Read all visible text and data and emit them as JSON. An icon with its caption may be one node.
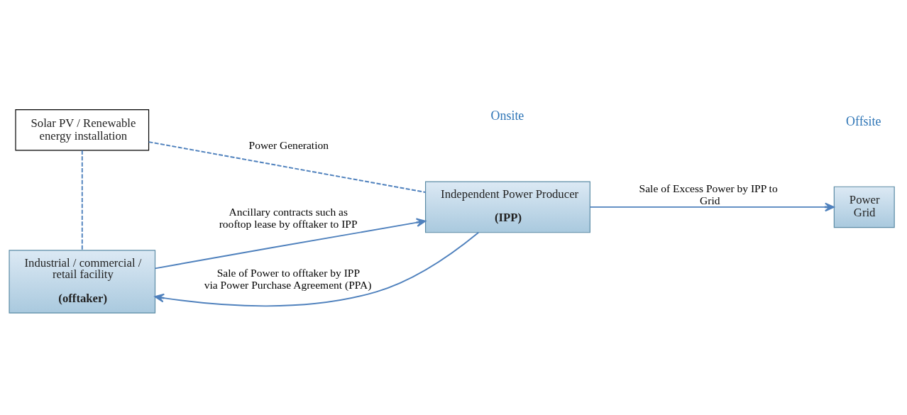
{
  "diagram": {
    "nodes": [
      {
        "text": [
          "Solar PV / Renewable energy installation"
        ]
      },
      {
        "text": [
          "Independent Power Producer",
          "(IPP)"
        ]
      },
      {
        "text": [
          "Industrial / commercial / retail facility",
          "(offtaker)"
        ]
      },
      {
        "text": [
          "Power Grid"
        ]
      }
    ],
    "edges": [
      {
        "from": 0,
        "to": 1,
        "arrow": "none",
        "style": "dashed",
        "label": "Power Generation"
      },
      {
        "from": 0,
        "to": 2,
        "arrow": "none",
        "style": "dashed"
      },
      {
        "from": 1,
        "to": 2,
        "arrow": "to",
        "label": "Sale of Power to offtaker by IPP via Power Purchase Agreement (PPA)"
      },
      {
        "from": 2,
        "to": 1,
        "arrow": "to",
        "label": "Ancillary contracts such as rooftop lease by offtaker to IPP"
      },
      {
        "from": 1,
        "to": 3,
        "arrow": "to",
        "label": "Sale of Excess Power by IPP to Grid"
      }
    ],
    "labels": [
      "Onsite",
      "Offsite"
    ]
  }
}
